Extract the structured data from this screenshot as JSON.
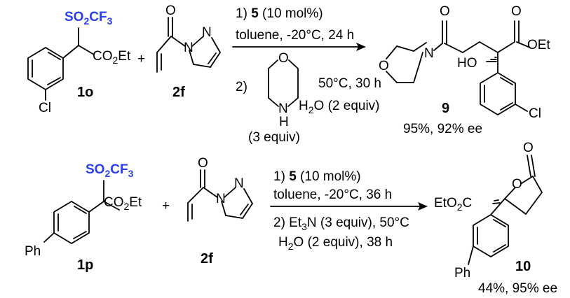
{
  "reaction1": {
    "reactant_a": {
      "id": "1o",
      "sulfonyl_pre": "SO",
      "sulfonyl_s1": "2",
      "sulfonyl_mid": "CF",
      "sulfonyl_s2": "3",
      "ester_pre": "CO",
      "ester_sub": "2",
      "ester_post": "Et",
      "substituent": "Cl"
    },
    "plus": "+",
    "reactant_b": {
      "id": "2f",
      "carbonyl_o": "O",
      "n1": "N",
      "n2": "N"
    },
    "conditions": {
      "step1_pre": "1) ",
      "step1_cat": "5",
      "step1_post": " (10 mol%)",
      "step1_line2": "toluene, -20°C, 24 h",
      "step2_label": "2)",
      "morpholine_o": "O",
      "morpholine_n": "N",
      "morpholine_h": "H",
      "step2_temp": "50°C, 30 h",
      "water_pre": "H",
      "water_sub": "2",
      "water_post": "O (2 equiv)",
      "morpholine_equiv": "(3 equiv)"
    },
    "product": {
      "id": "9",
      "o_amide": "O",
      "n_morph": "N",
      "o_morph": "O",
      "o_ester": "O",
      "ester_oet": "OEt",
      "ho": "HO",
      "substituent": "Cl",
      "yield": "95%, 92% ee"
    }
  },
  "reaction2": {
    "reactant_a": {
      "id": "1p",
      "sulfonyl_pre": "SO",
      "sulfonyl_s1": "2",
      "sulfonyl_mid": "CF",
      "sulfonyl_s2": "3",
      "ester_pre": "CO",
      "ester_sub": "2",
      "ester_post": "Et",
      "substituent": "Ph"
    },
    "plus": "+",
    "reactant_b": {
      "id": "2f",
      "carbonyl_o": "O",
      "n1": "N",
      "n2": "N"
    },
    "conditions": {
      "step1_pre": "1) ",
      "step1_cat": "5",
      "step1_post": " (10 mol%)",
      "step1_line2": "toluene, -20°C, 36 h",
      "step2_pre": "2) Et",
      "step2_sub": "3",
      "step2_post": "N (3 equiv), 50°C",
      "water_pre": "H",
      "water_sub": "2",
      "water_post": "O (2 equiv), 38 h"
    },
    "product": {
      "id": "10",
      "o_lactone_co": "O",
      "o_ring": "O",
      "ester_pre": "EtO",
      "ester_sub": "2",
      "ester_post": "C",
      "substituent": "Ph",
      "yield": "44%, 95% ee"
    }
  },
  "colors": {
    "highlight": "#2a3ff0",
    "ink": "#000000",
    "background": "#ffffff"
  }
}
